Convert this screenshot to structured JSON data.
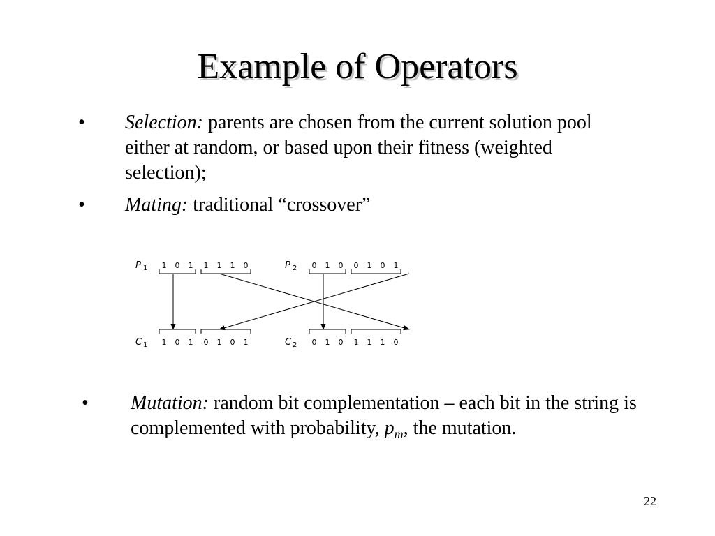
{
  "slide": {
    "title": "Example of Operators",
    "page_number": "22"
  },
  "bullets": [
    {
      "symbol": "•",
      "lead": "Selection:",
      "text": " parents are chosen from the current solution pool either at random, or based upon their fitness (weighted selection);"
    },
    {
      "symbol": "•",
      "lead": "Mating:",
      "text": " traditional “crossover”"
    },
    {
      "symbol": "•",
      "lead": "Mutation:",
      "text_before": " random bit complementation – each bit in the string is complemented with probability, ",
      "symbol_p": "p",
      "symbol_sub": "m",
      "text_after": ", the mutation."
    }
  ],
  "crossover": {
    "parents": [
      {
        "label": "P",
        "sub": "1",
        "left_bits": [
          "1",
          "0",
          "1"
        ],
        "right_bits": [
          "1",
          "1",
          "1",
          "0"
        ]
      },
      {
        "label": "P",
        "sub": "2",
        "left_bits": [
          "0",
          "1",
          "0"
        ],
        "right_bits": [
          "0",
          "1",
          "0",
          "1"
        ]
      }
    ],
    "children": [
      {
        "label": "C",
        "sub": "1",
        "left_bits": [
          "1",
          "0",
          "1"
        ],
        "right_bits": [
          "0",
          "1",
          "0",
          "1"
        ]
      },
      {
        "label": "C",
        "sub": "2",
        "left_bits": [
          "0",
          "1",
          "0"
        ],
        "right_bits": [
          "1",
          "1",
          "1",
          "0"
        ]
      }
    ]
  }
}
